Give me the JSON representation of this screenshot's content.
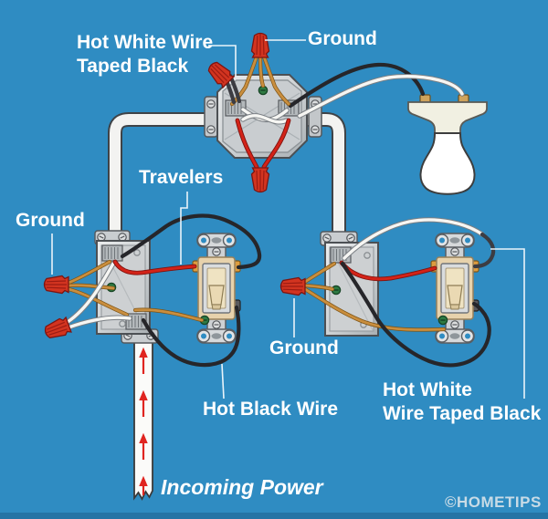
{
  "labels": {
    "hot_white_top_line1": "Hot White Wire",
    "hot_white_top_line2": "Taped Black",
    "ground_top": "Ground",
    "travelers": "Travelers",
    "ground_left": "Ground",
    "ground_bottom": "Ground",
    "hot_black_wire": "Hot Black Wire",
    "hot_white_right_line1": "Hot White",
    "hot_white_right_line2": "Wire Taped Black",
    "incoming_power": "Incoming Power",
    "credit": "©HOMETIPS"
  },
  "colors": {
    "background": "#2f8cc2",
    "footer_band": "#2574a5",
    "label_text": "#ffffff",
    "credit_text": "#c8dbe6",
    "pointer_line": "#eaf4fa",
    "wire_red": "#d32318",
    "wire_black": "#26262a",
    "wire_white": "#f6f6f3",
    "wire_copper": "#c98e3e",
    "wire_taped": "#3c3c42",
    "wire_nut": "#d23420",
    "switch_body": "#e7d2ac",
    "ground_screw": "#2f7b43",
    "arrow_red": "#e02520",
    "bulb_base": "#f1f0e2"
  }
}
